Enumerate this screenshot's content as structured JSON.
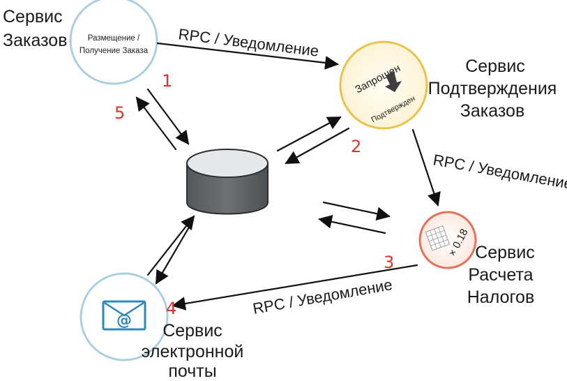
{
  "services": {
    "orders": {
      "title_line1": "Сервис",
      "title_line2": "Заказов",
      "inner_line1": "Размещение /",
      "inner_line2": "Получение Заказа"
    },
    "confirmation": {
      "title_line1": "Сервис",
      "title_line2": "Подтверждения",
      "title_line3": "Заказов",
      "state_from": "Запрошен",
      "state_to": "Подтвержден"
    },
    "tax": {
      "title_line1": "Сервис",
      "title_line2": "Расчета",
      "title_line3": "Налогов",
      "inner_text": "× 0.18"
    },
    "email": {
      "title_line1": "Сервис",
      "title_line2": "электронной",
      "title_line3": "почты",
      "inner_symbol": "@"
    }
  },
  "edge_labels": {
    "orders_to_confirmation": "RPC / Уведомление",
    "confirmation_to_tax": "RPC / Уведомление",
    "tax_to_email": "RPC / Уведомление"
  },
  "steps": {
    "step1": "1",
    "step2": "2",
    "step3": "3",
    "step4": "4",
    "step5": "5"
  },
  "colors": {
    "orders_ring": "#a9cfe0",
    "confirmation_ring": "#e9c24a",
    "tax_ring": "#e2735a",
    "email_ring": "#a9cfe0",
    "step_numbers": "#d9342b",
    "database_fill": "#5f6366"
  }
}
